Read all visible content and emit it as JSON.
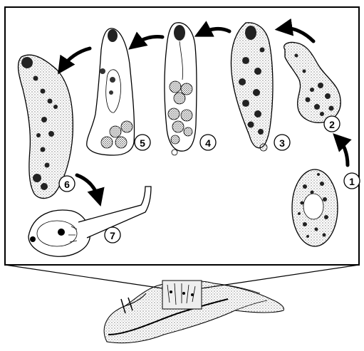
{
  "stages": [
    {
      "id": "1",
      "label": "1"
    },
    {
      "id": "2",
      "label": "2"
    },
    {
      "id": "3",
      "label": "3"
    },
    {
      "id": "4",
      "label": "4"
    },
    {
      "id": "5",
      "label": "5"
    },
    {
      "id": "6",
      "label": "6"
    },
    {
      "id": "7",
      "label": "7"
    }
  ],
  "colors": {
    "ink": "#000000",
    "paper": "#ffffff",
    "shell": "#f2f2f2"
  }
}
